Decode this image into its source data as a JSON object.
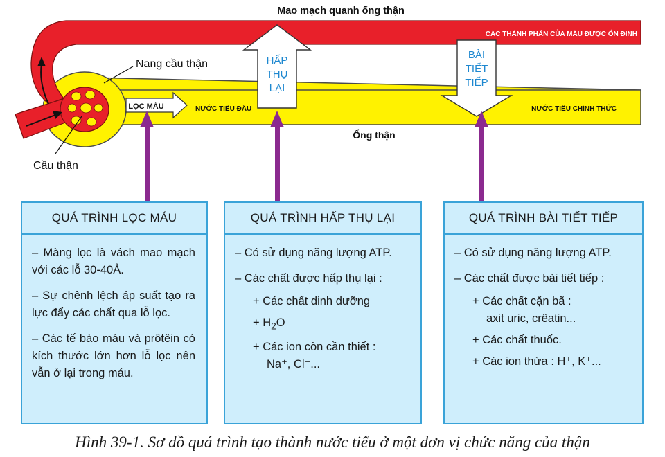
{
  "labels": {
    "capillary": "Mao mạch quanh ống thận",
    "stabilized": "CÁC THÀNH PHẦN CỦA MÁU ĐƯỢC ỔN ĐỊNH",
    "capsule": "Nang cầu thận",
    "glomerulus": "Cầu thận",
    "filtration_arrow": "LỌC MÁU",
    "primary_urine": "NƯỚC TIỂU ĐẦU",
    "final_urine": "NƯỚC TIỂU CHÍNH THỨC",
    "tubule": "Ống thận",
    "reabsorb_arrow": [
      "HẤP",
      "THỤ",
      "LẠI"
    ],
    "secrete_arrow": [
      "BÀI",
      "TIẾT",
      "TIẾP"
    ]
  },
  "boxes": {
    "filtration": {
      "title": "QUÁ TRÌNH LỌC MÁU",
      "items": [
        "– Màng lọc là vách mao mạch với các lỗ 30-40Å.",
        "– Sự chênh lệch áp suất tạo ra lực đẩy các chất qua lỗ lọc.",
        "– Các tế bào máu và prôtêin có kích thước lớn hơn lỗ lọc nên vẫn ở lại trong máu."
      ]
    },
    "reabsorption": {
      "title": "QUÁ TRÌNH HẤP THỤ LẠI",
      "item1": "– Có sử dụng năng lượng ATP.",
      "item2": "– Các chất được hấp thụ lại :",
      "sub1": "+ Các chất dinh dưỡng",
      "sub2_prefix": "+ H",
      "sub2_subscript": "2",
      "sub2_suffix": "O",
      "sub3": "+ Các ion còn cần thiết :",
      "sub3_cont": "Na⁺, Cl⁻..."
    },
    "secretion": {
      "title": "QUÁ TRÌNH BÀI TIẾT TIẾP",
      "item1": "– Có sử dụng năng lượng ATP.",
      "item2": "– Các chất được bài tiết tiếp :",
      "sub1": "+ Các chất cặn bã :",
      "sub1_cont": "axit uric, crêatin...",
      "sub2": "+ Các chất thuốc.",
      "sub3": "+ Các ion thừa : H⁺, K⁺..."
    }
  },
  "caption": "Hình 39-1. Sơ đồ quá trình tạo thành nước tiểu ở một đơn vị chức năng của thận",
  "colors": {
    "blood": "#e8202a",
    "tubule": "#fff200",
    "process_arrow": "#8b2a8f",
    "box_fill": "#cfeefc",
    "box_border": "#3aa3d8"
  }
}
